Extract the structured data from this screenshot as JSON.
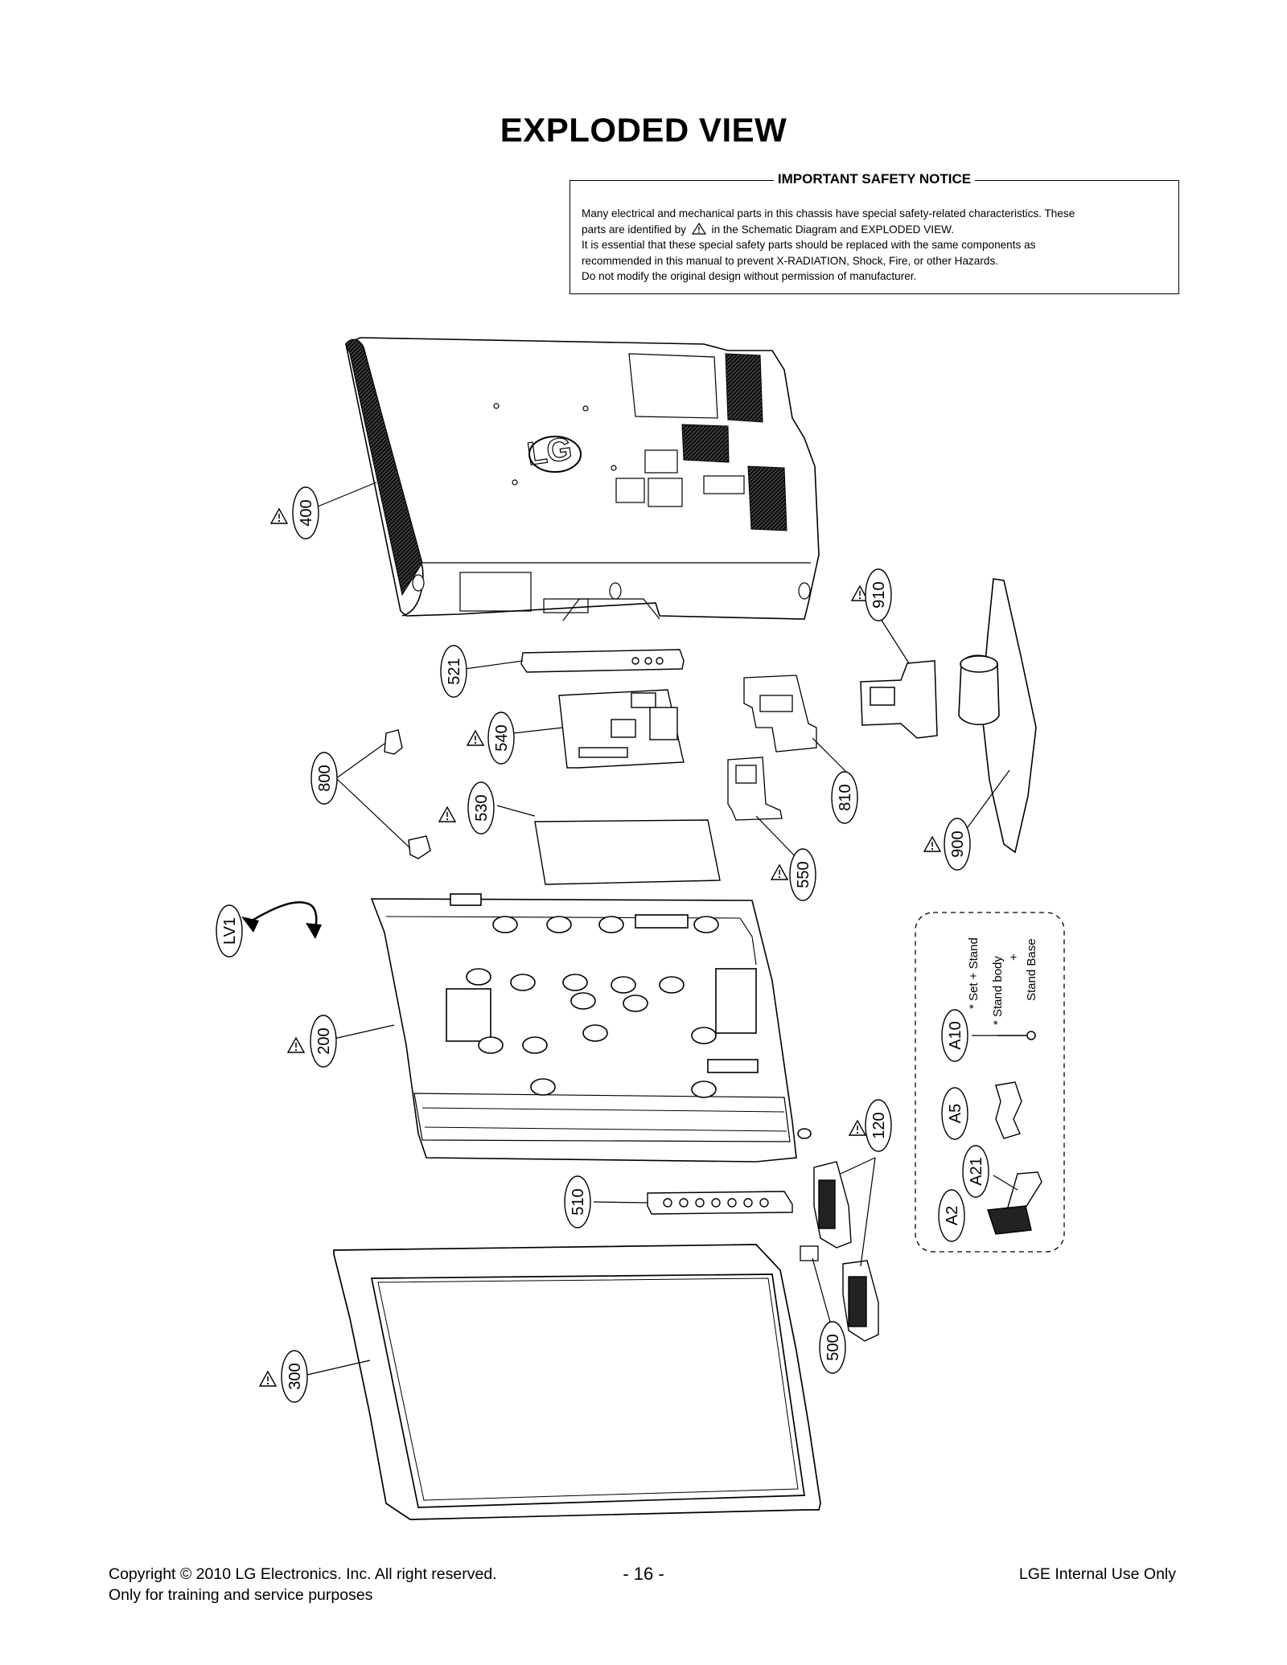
{
  "title": "EXPLODED VIEW",
  "notice": {
    "heading": "IMPORTANT SAFETY NOTICE",
    "line1": "Many electrical and mechanical parts in this chassis have special safety-related characteristics. These",
    "line2a": "parts are identified by",
    "line2b": "in the Schematic Diagram and EXPLODED VIEW.",
    "line3": "It is essential that these special safety parts should be replaced with the same components as",
    "line4": "recommended in this manual to prevent X-RADIATION, Shock, Fire, or other Hazards.",
    "line5": "Do not modify the original design without permission of manufacturer."
  },
  "parts": {
    "p400": "400",
    "p521": "521",
    "p540": "540",
    "p800": "800",
    "p530": "530",
    "p910": "910",
    "p810": "810",
    "p900": "900",
    "p550": "550",
    "pLV1": "LV1",
    "p200": "200",
    "p120": "120",
    "p510": "510",
    "p500": "500",
    "p300": "300",
    "pA10": "A10",
    "pA5": "A5",
    "pA21": "A21",
    "pA2": "A2"
  },
  "stand_note": {
    "line1": "* Set + Stand",
    "line2": "* Stand body",
    "line3": "+",
    "line4": "Stand Base"
  },
  "footer": {
    "copyright": "Copyright © 2010 LG Electronics. Inc. All right reserved.",
    "purpose": "Only for training and service purposes",
    "page": "- 16 -",
    "internal": "LGE Internal Use Only"
  }
}
